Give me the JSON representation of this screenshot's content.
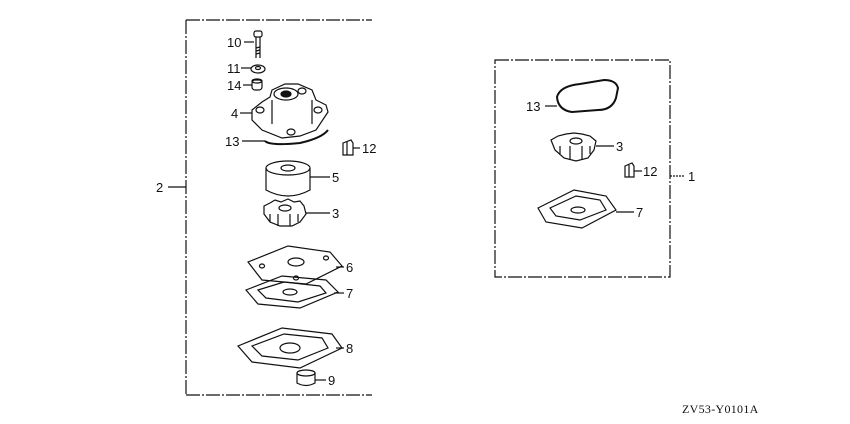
{
  "diagram": {
    "drawing_code": "ZV53-Y0101A",
    "groups": [
      {
        "ref": "2",
        "callouts": [
          {
            "ref": "10",
            "part": "bolt"
          },
          {
            "ref": "11",
            "part": "washer"
          },
          {
            "ref": "14",
            "part": "collar"
          },
          {
            "ref": "4",
            "part": "pump-housing"
          },
          {
            "ref": "13",
            "part": "gasket-ring"
          },
          {
            "ref": "12",
            "part": "key"
          },
          {
            "ref": "5",
            "part": "impeller-housing"
          },
          {
            "ref": "3",
            "part": "impeller"
          },
          {
            "ref": "6",
            "part": "plate"
          },
          {
            "ref": "7",
            "part": "gasket"
          },
          {
            "ref": "8",
            "part": "gasket"
          },
          {
            "ref": "9",
            "part": "seal"
          }
        ]
      },
      {
        "ref": "1",
        "callouts": [
          {
            "ref": "13",
            "part": "gasket-ring"
          },
          {
            "ref": "3",
            "part": "impeller"
          },
          {
            "ref": "12",
            "part": "key"
          },
          {
            "ref": "7",
            "part": "gasket"
          }
        ]
      }
    ]
  }
}
